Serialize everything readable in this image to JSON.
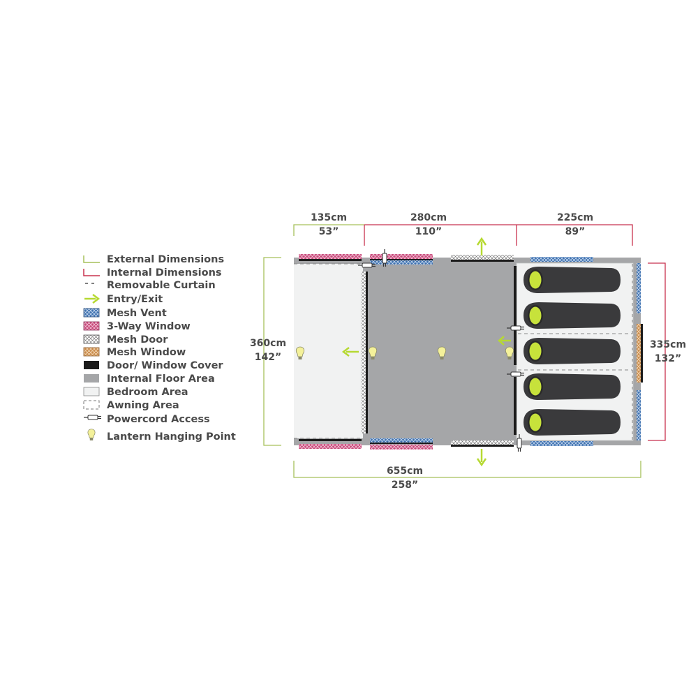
{
  "dimensions": {
    "awning_width": {
      "cm": "135cm",
      "in": "53”"
    },
    "living_width": {
      "cm": "280cm",
      "in": "110”"
    },
    "bedroom_width": {
      "cm": "225cm",
      "in": "89”"
    },
    "external_depth": {
      "cm": "360cm",
      "in": "142”"
    },
    "internal_depth": {
      "cm": "335cm",
      "in": "132”"
    },
    "total_length": {
      "cm": "655cm",
      "in": "258”"
    }
  },
  "legend": [
    {
      "label": "External Dimensions",
      "icon": "external-dimension-icon"
    },
    {
      "label": "Internal Dimensions",
      "icon": "internal-dimension-icon"
    },
    {
      "label": "Removable Curtain",
      "icon": "curtain-icon"
    },
    {
      "label": "Entry/Exit",
      "icon": "arrow-icon"
    },
    {
      "label": "Mesh Vent",
      "icon": "mesh-vent-swatch"
    },
    {
      "label": "3-Way Window",
      "icon": "three-way-window-swatch"
    },
    {
      "label": "Mesh Door",
      "icon": "mesh-door-swatch"
    },
    {
      "label": "Mesh Window",
      "icon": "mesh-window-swatch"
    },
    {
      "label": "Door/ Window Cover",
      "icon": "door-cover-swatch"
    },
    {
      "label": "Internal Floor Area",
      "icon": "floor-swatch"
    },
    {
      "label": "Bedroom Area",
      "icon": "bedroom-swatch"
    },
    {
      "label": "Awning Area",
      "icon": "awning-swatch"
    },
    {
      "label": "Powercord Access",
      "icon": "plug-icon"
    },
    {
      "label": "Lantern Hanging Point",
      "icon": "bulb-icon"
    }
  ],
  "colors": {
    "external_dimension": "#a6c15a",
    "internal_dimension": "#c8324f",
    "entry_arrow": "#b6d932",
    "mesh_vent": "#3f72b0",
    "three_way_window": "#c8497a",
    "mesh_window": "#c98a4a",
    "door_cover": "#1b1b1b",
    "floor": "#a5a6a8",
    "bedroom": "#f1f2f2",
    "sleeping_bag": "#3a3a3c",
    "lantern": "#f4f19a"
  }
}
